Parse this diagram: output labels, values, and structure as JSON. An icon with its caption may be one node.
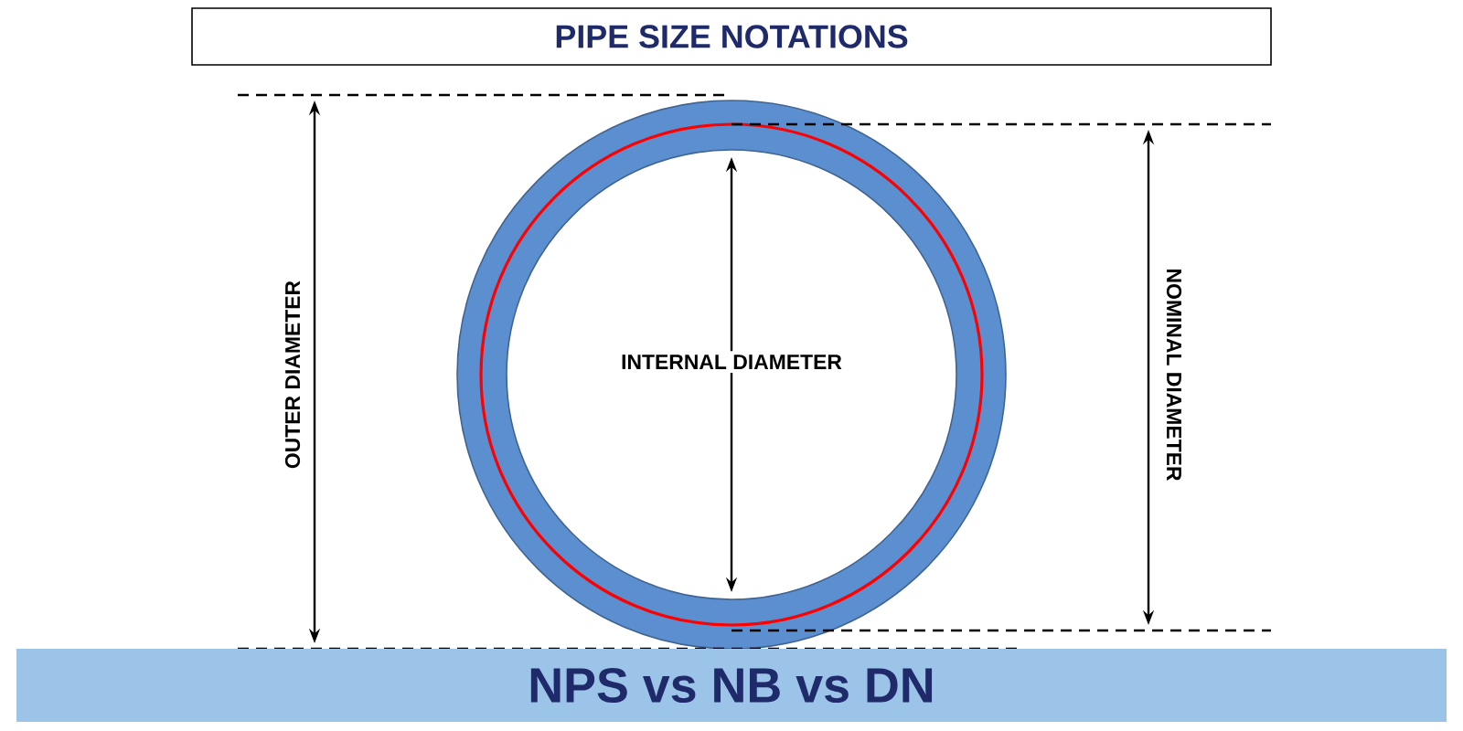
{
  "diagram": {
    "title": "PIPE SIZE NOTATIONS",
    "nodes": [
      {
        "text": [
          "NPS vs NB vs DN"
        ]
      }
    ],
    "labels": [
      "OUTER DIAMETER",
      "INTERNAL DIAMETER",
      "NOMINAL DIAMETER"
    ]
  }
}
